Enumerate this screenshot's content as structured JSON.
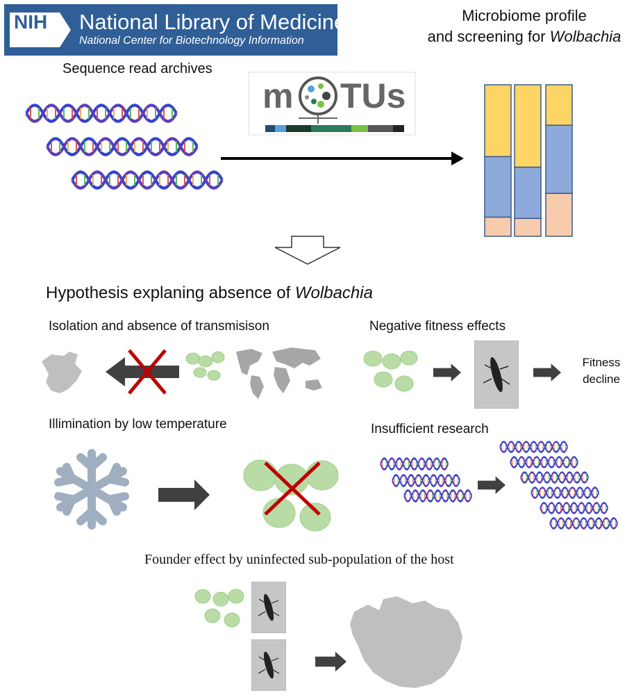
{
  "header": {
    "nih_abbrev": "NIH",
    "library_name": "National Library of Medicine",
    "center_name": "National Center for Biotechnology Information"
  },
  "top": {
    "sra_label": "Sequence read archives",
    "profile_title_line1": "Microbiome profile",
    "profile_title_line2_prefix": "and screening for ",
    "profile_title_line2_italic": "Wolbachia",
    "motus_logo_text": "mOTUs"
  },
  "hypothesis": {
    "title_prefix": "Hypothesis explaning absence of ",
    "title_italic": "Wolbachia",
    "isolation_label": "Isolation and absence of transmisison",
    "fitness_label": "Negative fitness effects",
    "fitness_result": "Fitness decline",
    "temperature_label": "Illimination by low temperature",
    "research_label": "Insufficient research",
    "founder_label": "Founder effect by uninfected sub-population of the host"
  },
  "microbiome_bars": [
    {
      "yellow": 0.474,
      "blue": 0.4,
      "peach": 0.126
    },
    {
      "yellow": 0.544,
      "blue": 0.338,
      "peach": 0.118
    },
    {
      "yellow": 0.267,
      "blue": 0.45,
      "peach": 0.283
    }
  ],
  "colors": {
    "nih_blue": "#2f5f96",
    "bar_yellow": "#fdd564",
    "bar_blue": "#8eaadb",
    "bar_peach": "#f8cbad",
    "bar_border": "#3a5a8a",
    "bacteria_green": "#b9dba6",
    "bacteria_green_border": "#9fcf88",
    "cross_red": "#c00000",
    "arrow_gray": "#404040",
    "land_gray": "#a6a6a6",
    "snowflake": "#a0afbf",
    "dna_blue": "#3344cc",
    "dna_red": "#d9534f",
    "dna_green": "#5cb85c"
  }
}
